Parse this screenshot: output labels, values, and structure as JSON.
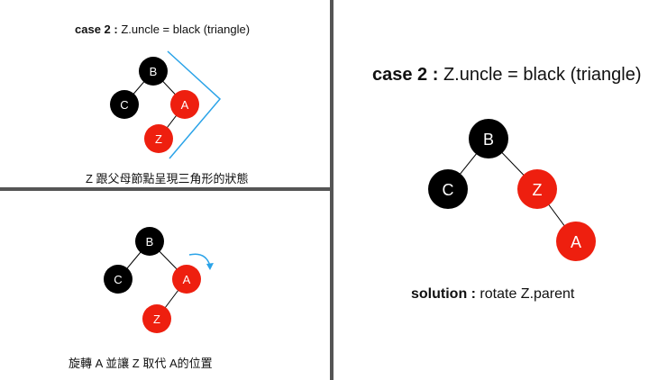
{
  "colors": {
    "black_node": "#000000",
    "red_node": "#ee1f0f",
    "node_text": "#ffffff",
    "edge": "#000000",
    "bracket": "#2aa3e8",
    "arrow": "#2aa3e8",
    "divider": "#555555"
  },
  "panel_top_left": {
    "title_bold": "case 2 :",
    "title_rest": " Z.uncle = black (triangle)",
    "nodes": {
      "b": "B",
      "c": "C",
      "a": "A",
      "z": "Z"
    },
    "caption": "Z 跟父母節點呈現三角形的狀態"
  },
  "panel_bottom_left": {
    "nodes": {
      "b": "B",
      "c": "C",
      "a": "A",
      "z": "Z"
    },
    "caption": "旋轉 A 並讓 Z 取代 A的位置"
  },
  "panel_right": {
    "title_bold": "case 2 :",
    "title_rest": " Z.uncle = black (triangle)",
    "nodes": {
      "b": "B",
      "c": "C",
      "z": "Z",
      "a": "A"
    },
    "solution_bold": "solution :",
    "solution_rest": " rotate Z.parent"
  }
}
